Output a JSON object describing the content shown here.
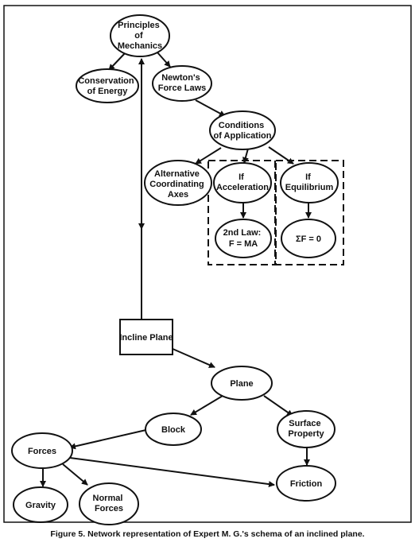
{
  "nodes": {
    "principles": [
      "Principles",
      "of",
      "Mechanics"
    ],
    "conservation": [
      "Conservation",
      "of Energy"
    ],
    "newton": [
      "Newton's",
      "Force Laws"
    ],
    "conditions": [
      "Conditions",
      "of Application"
    ],
    "alternative": [
      "Alternative",
      "Coordinating",
      "Axes"
    ],
    "acceleration": [
      "If",
      "Acceleration"
    ],
    "equilibrium": [
      "If",
      "Equilibrium"
    ],
    "second_law": [
      "2nd Law:",
      "F = MA"
    ],
    "sum_f": [
      "ΣF = 0"
    ],
    "incline": [
      "Incline Plane"
    ],
    "plane": [
      "Plane"
    ],
    "block": [
      "Block"
    ],
    "surface": [
      "Surface",
      "Property"
    ],
    "forces": [
      "Forces"
    ],
    "friction": [
      "Friction"
    ],
    "gravity": [
      "Gravity"
    ],
    "normal": [
      "Normal",
      "Forces"
    ]
  },
  "caption": "Figure 5. Network representation of Expert M. G.'s schema of an inclined plane."
}
